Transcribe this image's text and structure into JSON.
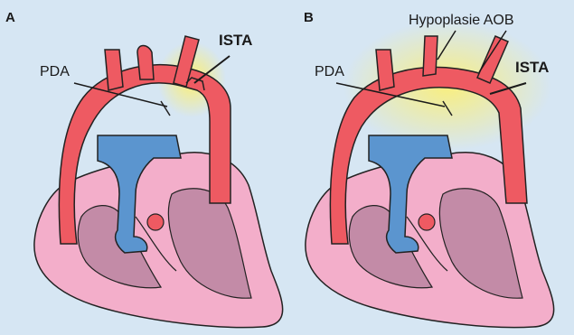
{
  "panels": [
    {
      "letter": "A",
      "labels": {
        "pda": "PDA",
        "ista": "ISTA"
      }
    },
    {
      "letter": "B",
      "labels": {
        "pda": "PDA",
        "ista": "ISTA",
        "hypoplasia": "Hypoplasie AOB"
      }
    }
  ],
  "colors": {
    "background": "#d6e6f3",
    "aorta": "#ee5a62",
    "pulmonary": "#5b95cf",
    "heart_outer": "#f3aeca",
    "heart_inner": "#c38ba7",
    "highlight": "#fff06a",
    "outline": "#222222"
  }
}
